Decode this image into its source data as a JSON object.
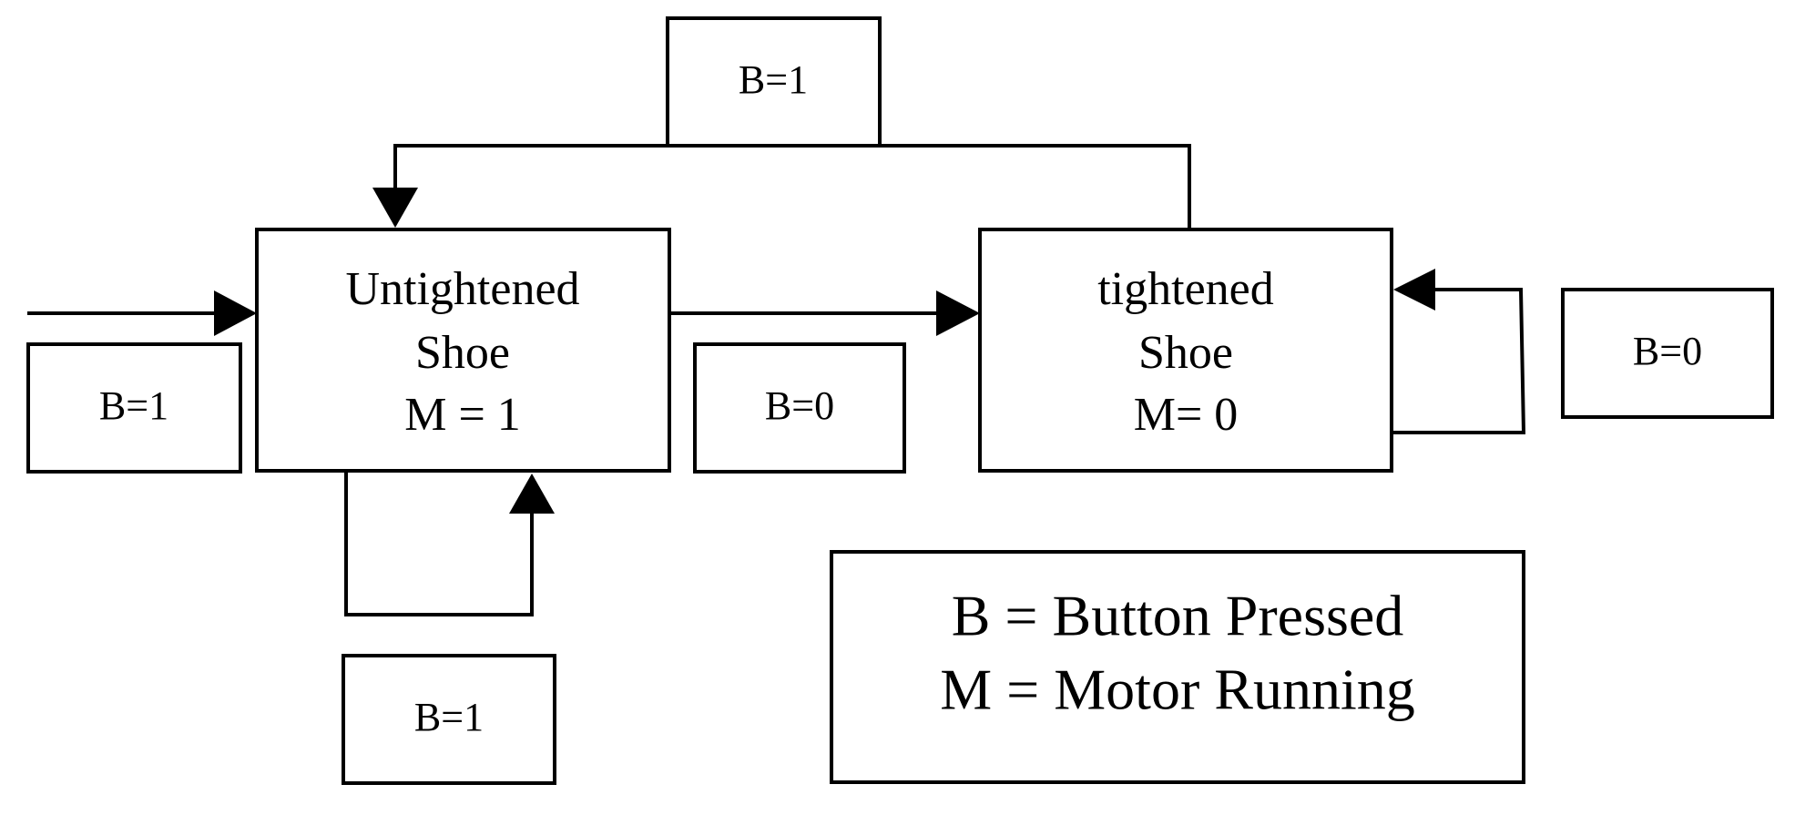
{
  "states": {
    "untightened": {
      "line1": "Untightened",
      "line2": "Shoe",
      "line3": "M = 1"
    },
    "tightened": {
      "line1": "tightened",
      "line2": "Shoe",
      "line3": "M= 0"
    }
  },
  "transitions": {
    "entry": "B=1",
    "untightened_to_tightened": "B=0",
    "untightened_self": "B=1",
    "tightened_to_untightened": "B=1",
    "tightened_self": "B=0"
  },
  "legend": {
    "line1": "B = Button Pressed",
    "line2": "M = Motor Running"
  }
}
